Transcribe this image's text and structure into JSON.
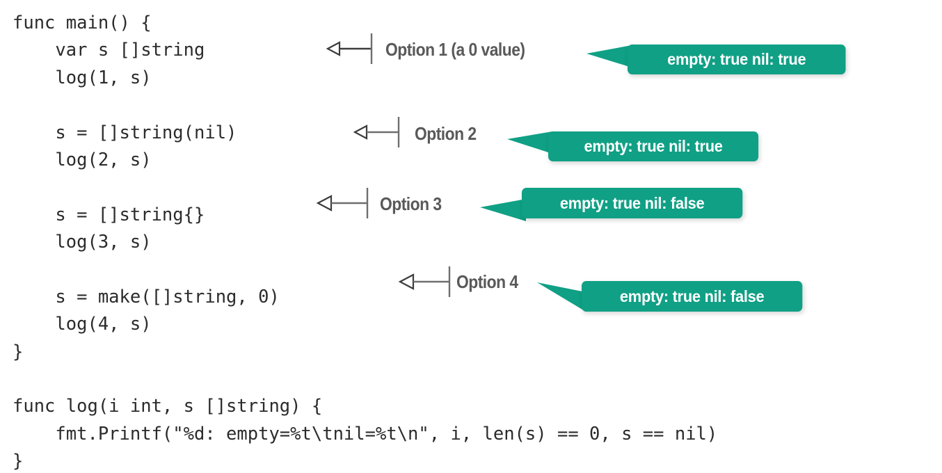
{
  "page": {
    "background": "#ffffff",
    "code_color": "#2b2b2b",
    "label_color": "#595959",
    "accent_color": "#10a085",
    "callout_text_color": "#ffffff"
  },
  "code": {
    "language": "go",
    "lines": [
      "func main() {",
      "    var s []string",
      "    log(1, s)",
      "",
      "    s = []string(nil)",
      "    log(2, s)",
      "",
      "    s = []string{}",
      "    log(3, s)",
      "",
      "    s = make([]string, 0)",
      "    log(4, s)",
      "}",
      "",
      "func log(i int, s []string) {",
      "    fmt.Printf(\"%d: empty=%t\\tnil=%t\\n\", i, len(s) == 0, s == nil)",
      "}"
    ]
  },
  "annotations": [
    {
      "id": "option-1",
      "label": "Option 1 (a 0 value)",
      "callout": "empty: true nil: true",
      "arrow_icon": "left-arrow-with-bar-icon"
    },
    {
      "id": "option-2",
      "label": "Option 2",
      "callout": "empty: true nil: true",
      "arrow_icon": "left-arrow-with-bar-icon"
    },
    {
      "id": "option-3",
      "label": "Option 3",
      "callout": "empty: true nil: false",
      "arrow_icon": "left-arrow-with-bar-icon"
    },
    {
      "id": "option-4",
      "label": "Option 4",
      "callout": "empty: true nil: false",
      "arrow_icon": "left-arrow-with-bar-icon"
    }
  ]
}
